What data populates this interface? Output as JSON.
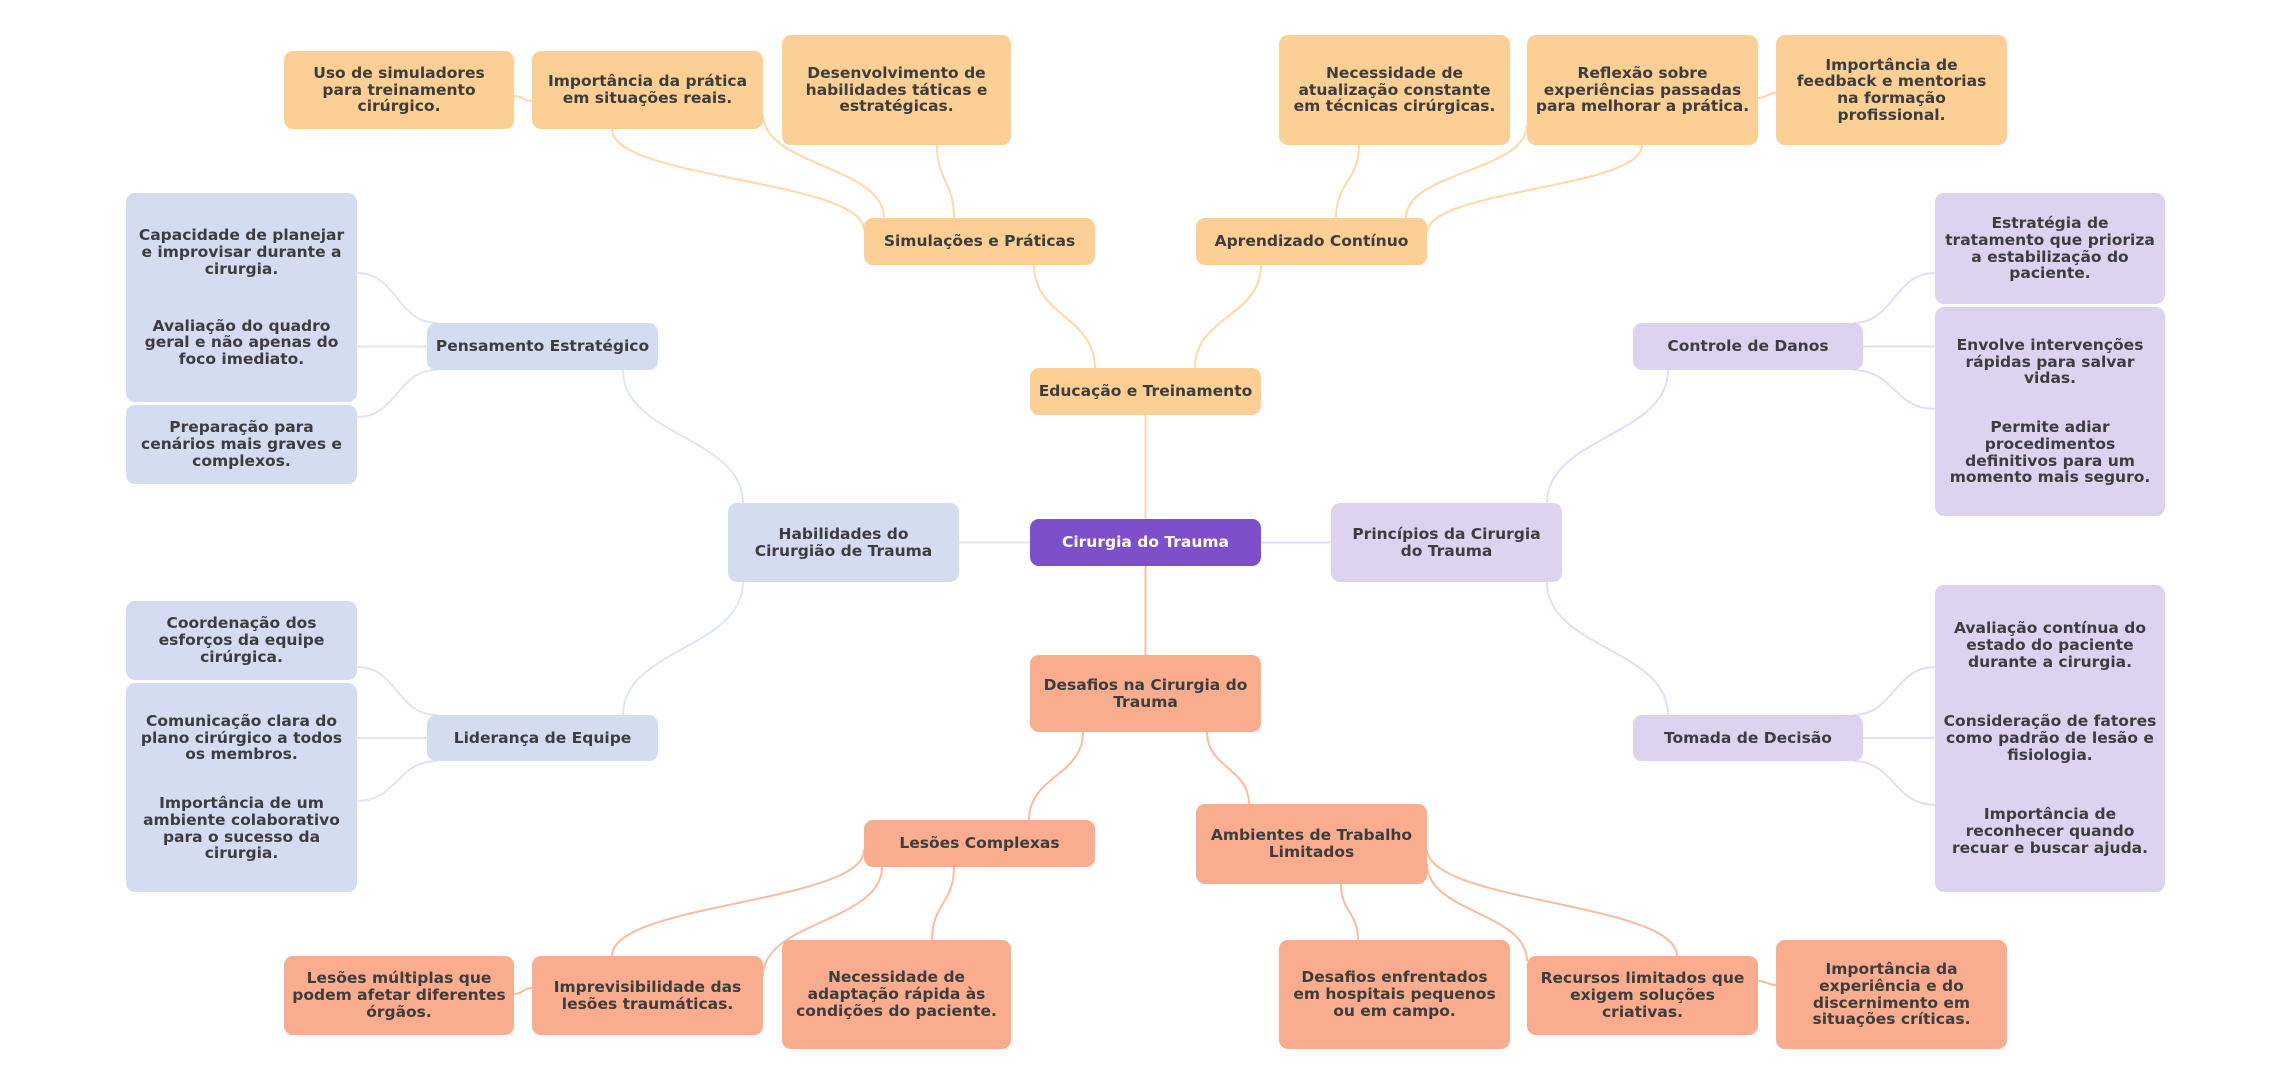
{
  "title": "Cirurgia do Trauma",
  "colors": {
    "root": "#7e4fcb",
    "education": "#fcd095",
    "skills": "#d4dcf1",
    "principles": "#ddd3f1",
    "challenges": "#f9ad8e",
    "text": "#3d3d3d",
    "root_text": "#ffffff"
  },
  "root": {
    "label": "Cirurgia do Trauma"
  },
  "branches": {
    "education": {
      "label": "Educação e Treinamento",
      "simulations": {
        "label": "Simulações e Práticas",
        "leaves": [
          "Uso de simuladores para treinamento cirúrgico.",
          "Importância da prática em situações reais.",
          "Desenvolvimento de habilidades táticas e estratégicas."
        ]
      },
      "continuous": {
        "label": "Aprendizado Contínuo",
        "leaves": [
          "Necessidade de atualização constante em técnicas cirúrgicas.",
          "Reflexão sobre experiências passadas para melhorar a prática.",
          "Importância de feedback e mentorias na formação profissional."
        ]
      }
    },
    "skills": {
      "label": "Habilidades do Cirurgião de Trauma",
      "strategic": {
        "label": "Pensamento Estratégico",
        "leaves": [
          "Capacidade de planejar e improvisar durante a cirurgia.",
          "Avaliação do quadro geral e não apenas do foco imediato.",
          "Preparação para cenários mais graves e complexos."
        ]
      },
      "leadership": {
        "label": "Liderança de Equipe",
        "leaves": [
          "Coordenação dos esforços da equipe cirúrgica.",
          "Comunicação clara do plano cirúrgico a todos os membros.",
          "Importância de um ambiente colaborativo para o sucesso da cirurgia."
        ]
      }
    },
    "principles": {
      "label": "Princípios da Cirurgia do Trauma",
      "damage": {
        "label": "Controle de Danos",
        "leaves": [
          "Estratégia de tratamento que prioriza a estabilização do paciente.",
          "Envolve intervenções rápidas para salvar vidas.",
          "Permite adiar procedimentos definitivos para um momento mais seguro."
        ]
      },
      "decision": {
        "label": "Tomada de Decisão",
        "leaves": [
          "Avaliação contínua do estado do paciente durante a cirurgia.",
          "Consideração de fatores como padrão de lesão e fisiologia.",
          "Importância de reconhecer quando recuar e buscar ajuda."
        ]
      }
    },
    "challenges": {
      "label": "Desafios na Cirurgia do Trauma",
      "injuries": {
        "label": "Lesões Complexas",
        "leaves": [
          "Lesões múltiplas que podem afetar diferentes órgãos.",
          "Imprevisibilidade das lesões traumáticas.",
          "Necessidade de adaptação rápida às condições do paciente."
        ]
      },
      "environments": {
        "label": "Ambientes de Trabalho Limitados",
        "leaves": [
          "Desafios enfrentados em hospitais pequenos ou em campo.",
          "Recursos limitados que exigem soluções criativas.",
          "Importância da experiência e do discernimento em situações críticas."
        ]
      }
    }
  }
}
